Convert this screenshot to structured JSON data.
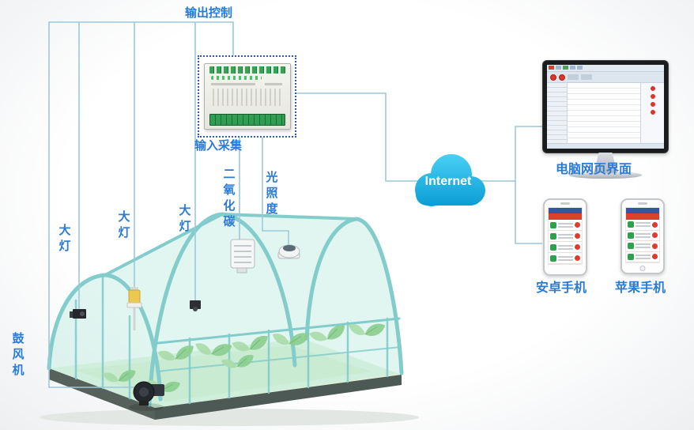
{
  "colors": {
    "label_blue": "#2a7bd8",
    "connection_line": "#9cc8dc",
    "cloud_top": "#49d0f4",
    "cloud_bottom": "#0a9cd4",
    "greenhouse_frame": "#82cccb",
    "selection_border": "#2b55dd",
    "terminal_green": "#2f9e52"
  },
  "controller": {
    "label_top": "输出控制",
    "label_bottom": "输入采集"
  },
  "greenhouse": {
    "lamp_labels": [
      "大灯",
      "大灯",
      "大灯"
    ],
    "co2_label": "二氧化碳",
    "illuminance_label": "光照度",
    "blower_label": "鼓风机"
  },
  "network": {
    "cloud_label": "Internet"
  },
  "clients": {
    "pc_label": "电脑网页界面",
    "android_label": "安卓手机",
    "iphone_label": "苹果手机"
  }
}
